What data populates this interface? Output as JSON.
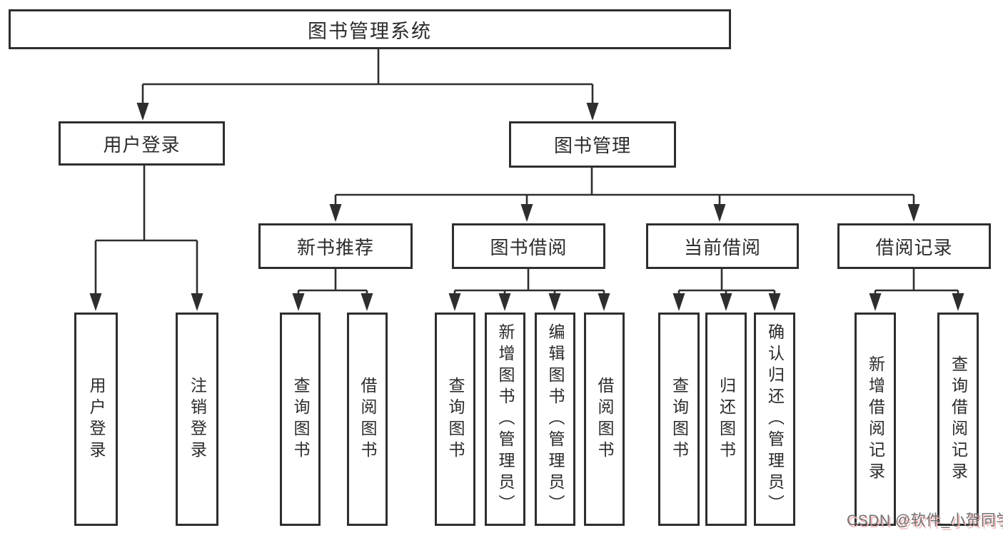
{
  "diagram": {
    "root": {
      "label": "图书管理系统"
    },
    "level1": [
      {
        "label": "用户登录",
        "children": [
          {
            "label": "用户登录"
          },
          {
            "label": "注销登录"
          }
        ]
      },
      {
        "label": "图书管理",
        "children": [
          {
            "label": "新书推荐",
            "children": [
              {
                "label": "查询图书"
              },
              {
                "label": "借阅图书"
              }
            ]
          },
          {
            "label": "图书借阅",
            "children": [
              {
                "label": "查询图书"
              },
              {
                "label": "新增图书（管理员）"
              },
              {
                "label": "编辑图书（管理员）"
              },
              {
                "label": "借阅图书"
              }
            ]
          },
          {
            "label": "当前借阅",
            "children": [
              {
                "label": "查询图书"
              },
              {
                "label": "归还图书"
              },
              {
                "label": "确认归还（管理员）"
              }
            ]
          },
          {
            "label": "借阅记录",
            "children": [
              {
                "label": "新增借阅记录"
              },
              {
                "label": "查询借阅记录"
              }
            ]
          }
        ]
      }
    ]
  },
  "watermark": {
    "text": "CSDN @软件_小贺同学"
  },
  "colors": {
    "background": "#ffffff",
    "line": "#2e2e2e",
    "box_border": "#2e2e2e",
    "text": "#2b2b2b",
    "watermark_text": "#707070",
    "watermark_glow": "#f3b6b8"
  }
}
